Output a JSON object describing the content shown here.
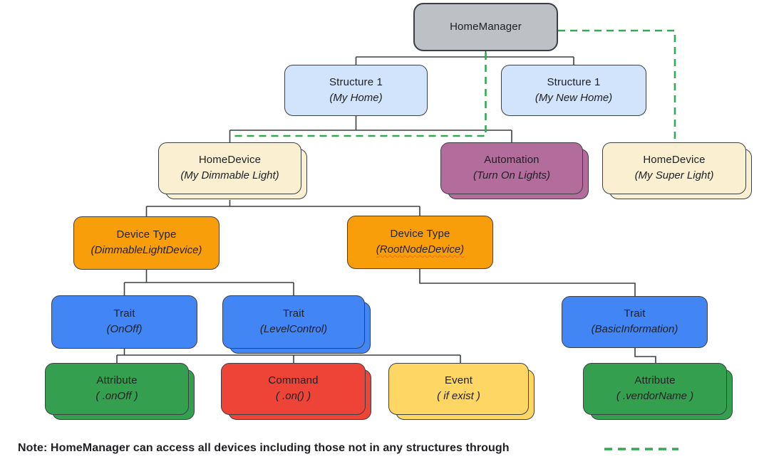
{
  "colors": {
    "line": "#3c4043",
    "dashgreen": "#34a853",
    "gray": "#bdc1c6",
    "lightblue": "#d2e3fc",
    "cream": "#faf0d1",
    "mauve": "#b26d9d",
    "orange": "#f99e0b",
    "blue": "#4285f4",
    "green": "#34a04f",
    "red": "#ee4437",
    "yellow": "#fdd663",
    "text": "#202124"
  },
  "nodes": {
    "home_manager": {
      "title": "HomeManager"
    },
    "structure_my_home": {
      "title": "Structure 1",
      "subtitle": "(My Home)"
    },
    "structure_my_new_home": {
      "title": "Structure 1",
      "subtitle": "(My New Home)"
    },
    "home_device_dimmable": {
      "title": "HomeDevice",
      "subtitle": "(My Dimmable Light)"
    },
    "automation": {
      "title": "Automation",
      "subtitle": "(Turn On Lights)"
    },
    "home_device_super": {
      "title": "HomeDevice",
      "subtitle": "(My Super Light)"
    },
    "device_type_dimmable": {
      "title": "Device Type",
      "subtitle": "(DimmableLightDevice)"
    },
    "device_type_rootnode": {
      "title": "Device Type",
      "subtitle": "(RootNodeDevice)"
    },
    "trait_onoff": {
      "title": "Trait",
      "subtitle": "(OnOff)"
    },
    "trait_levelcontrol": {
      "title": "Trait",
      "subtitle": "(LevelControl)"
    },
    "trait_basicinformation": {
      "title": "Trait",
      "subtitle": "(BasicInformation)"
    },
    "attribute_onoff": {
      "title": "Attribute",
      "subtitle": "( .onOff )"
    },
    "command_on": {
      "title": "Command",
      "subtitle": "( .on() )"
    },
    "event_ifexist": {
      "title": "Event",
      "subtitle": "( if exist )"
    },
    "attribute_vendorname": {
      "title": "Attribute",
      "subtitle": "( .vendorName )"
    }
  },
  "note": {
    "text": "Note: HomeManager can access all devices including those not in any structures through"
  }
}
